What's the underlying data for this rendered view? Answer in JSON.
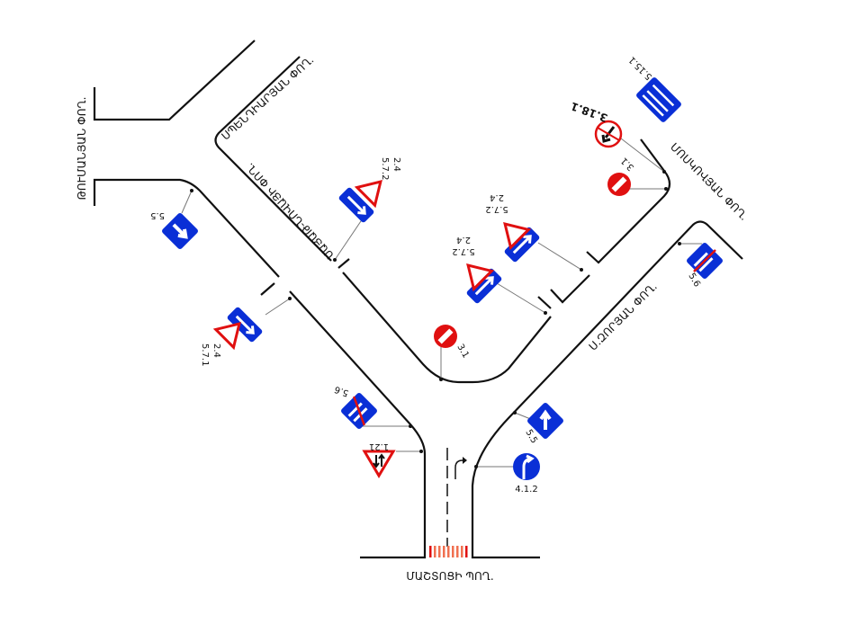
{
  "streets": {
    "mashtots": "ՄԱՇՏՈՑԻ ՊՈՂ.",
    "tumanyan": "ԹՈՒՄԱՆՅԱՆ ՓՈՂ.",
    "spendiaryan": "ՍՊԵՆԴԻԱՐՅԱՆ ՓՈՂ.",
    "sayat_nova": "ՍԱՅԱԹ-ՆՈՎԱՅԻ ՓՈՂ.",
    "moskovyan": "ՄՈՍԿՈՎՅԱՆ ՓՈՂ.",
    "zoryan": "Ս.ԶՈՐՅԱՆ ՓՈՂ."
  },
  "signs": {
    "s1": "5.5",
    "s2": "2.4",
    "s2b": "5.7.2",
    "s3": "2.4",
    "s3b": "5.7.1",
    "s4": "3.1",
    "s5": "2.4",
    "s5b": "5.7.2",
    "s6": "2.4",
    "s6b": "5.7.2",
    "s7": "3.18.1",
    "s8": "5.15.1",
    "s9": "3.1",
    "s10": "5.6",
    "s11": "5.6",
    "s12": "1.21",
    "s13": "5.5",
    "s14": "4.1.2"
  },
  "colors": {
    "blue": "#0a2fd6",
    "red": "#e01010",
    "crosswalk": "#f07050"
  }
}
